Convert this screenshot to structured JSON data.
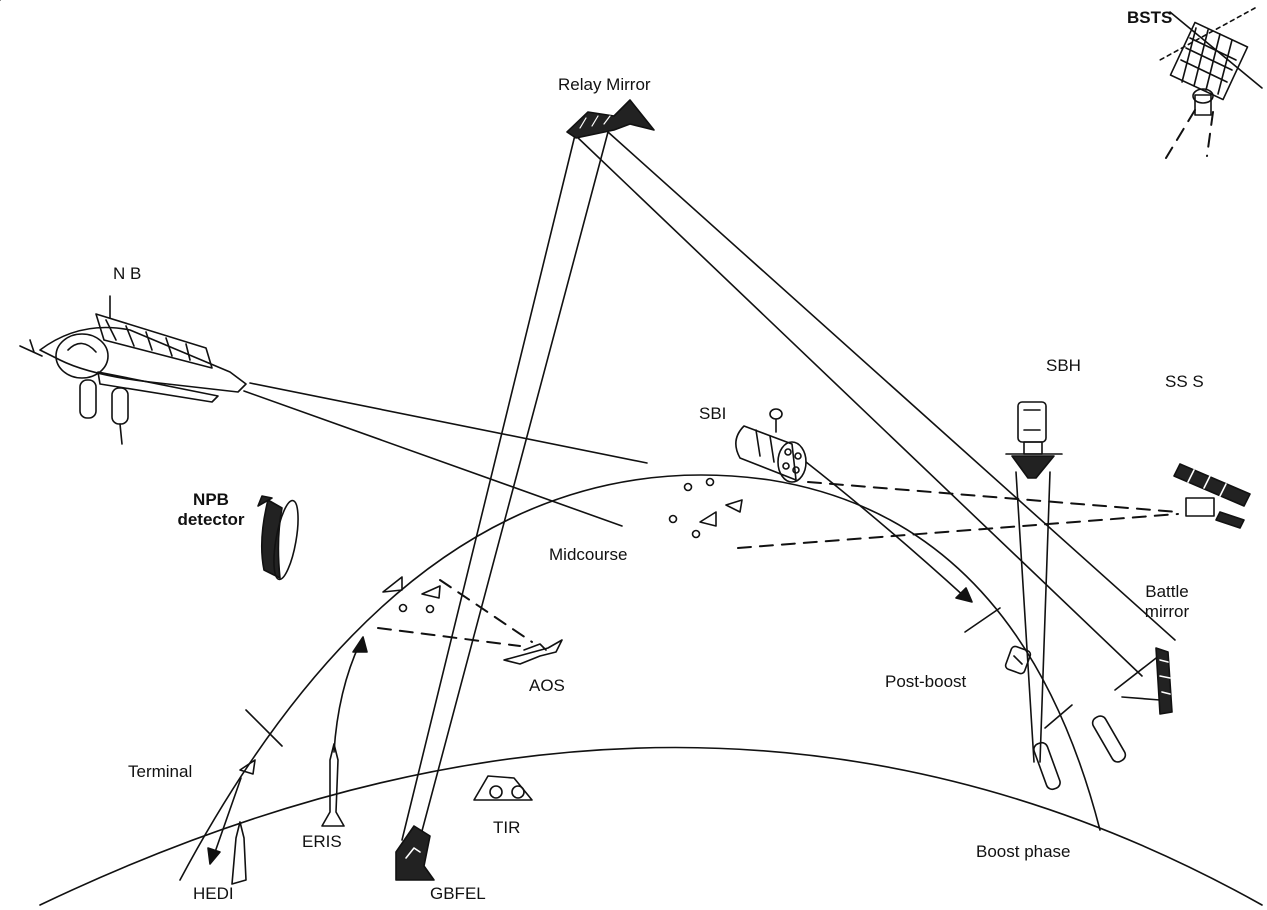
{
  "labels": {
    "bsts": "BSTS",
    "relay_mirror": "Relay Mirror",
    "nb": "N B",
    "sbh": "SBH",
    "sss": "SS S",
    "sbi": "SBI",
    "npb_detector_line1": "NPB",
    "npb_detector_line2": "detector",
    "midcourse": "Midcourse",
    "battle_mirror_line1": "Battle",
    "battle_mirror_line2": "mirror",
    "aos": "AOS",
    "post_boost": "Post-boost",
    "terminal": "Terminal",
    "tir": "TIR",
    "eris": "ERIS",
    "boost_phase": "Boost phase",
    "hedi": "HEDI",
    "gbfel": "GBFEL"
  },
  "colors": {
    "ink": "#111111",
    "background": "#ffffff"
  }
}
